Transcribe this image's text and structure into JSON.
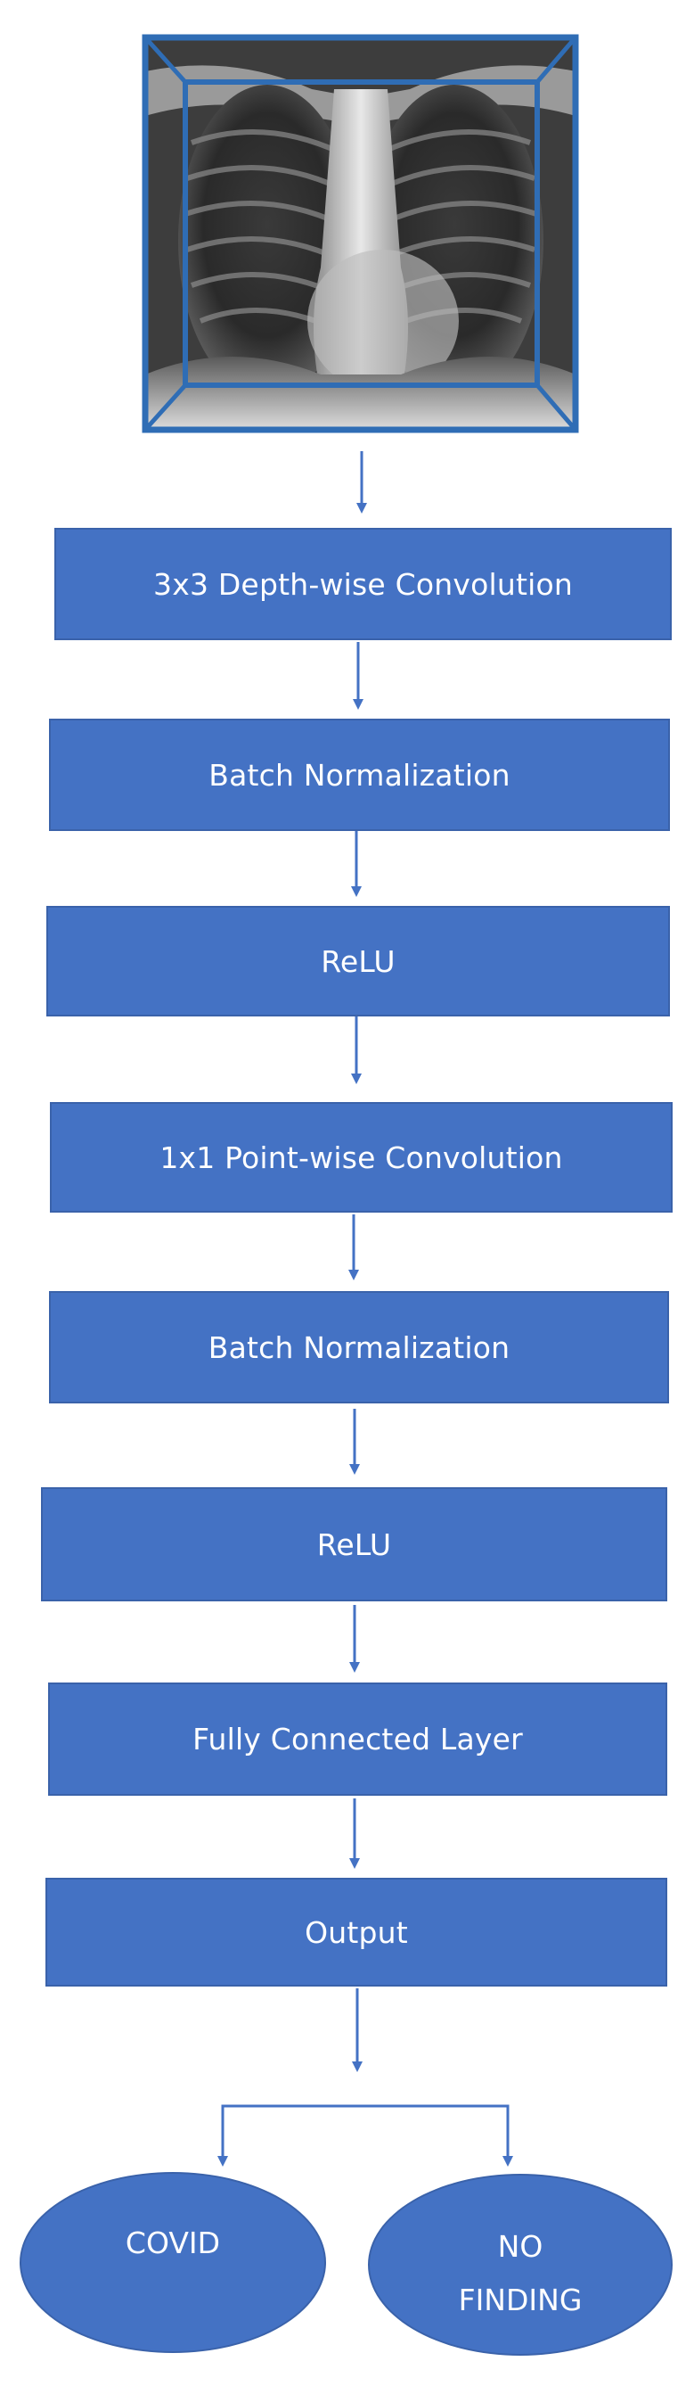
{
  "layers": [
    {
      "label": "3x3 Depth-wise Convolution"
    },
    {
      "label": "Batch Normalization"
    },
    {
      "label": "ReLU"
    },
    {
      "label": "1x1 Point-wise Convolution"
    },
    {
      "label": "Batch Normalization"
    },
    {
      "label": "ReLU"
    },
    {
      "label": "Fully Connected Layer"
    },
    {
      "label": "Output"
    }
  ],
  "outputs": {
    "covid": [
      "COVID"
    ],
    "no_finding": [
      "NO",
      "FINDING"
    ]
  },
  "colors": {
    "box_fill": "#4472c4",
    "box_border": "#3a62aa",
    "arrow": "#4472c4",
    "text": "#ffffff"
  },
  "image": {
    "icon": "chest-xray-icon"
  }
}
